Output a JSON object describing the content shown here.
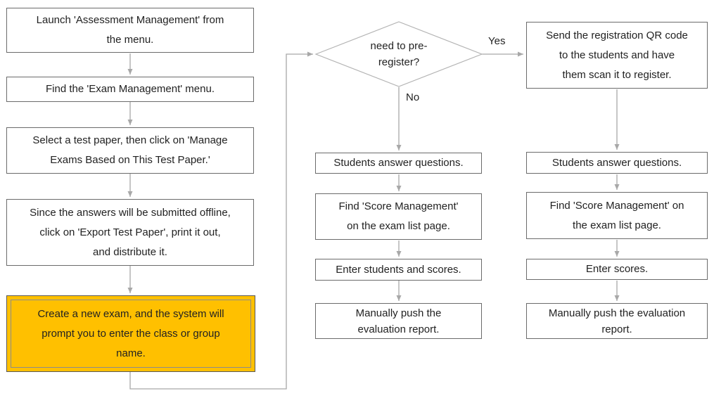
{
  "colors": {
    "background": "#ffffff",
    "node_fill": "#ffffff",
    "node_border": "#6b6b6b",
    "text": "#222222",
    "connector": "#a8a8a8",
    "diamond_border": "#b3b3b3",
    "highlight_fill": "#ffc000",
    "highlight_border": "#595959",
    "highlight_inner_border": "#8c8c8c"
  },
  "flowchart": {
    "offline_steps": [
      {
        "text": "Launch 'Assessment Management' from\nthe menu."
      },
      {
        "text": "Find the 'Exam Management' menu."
      },
      {
        "text": "Select a test paper, then click on 'Manage\nExams Based on This Test Paper.'"
      },
      {
        "text": "Since the answers will be submitted offline,\nclick on 'Export Test Paper', print it out,\nand distribute it."
      },
      {
        "text": "Create a new exam, and the system will\nprompt you to enter the class or group\nname.",
        "highlight": true
      }
    ],
    "decision": {
      "text": "need to pre-\nregister?"
    },
    "branch_labels": {
      "yes": "Yes",
      "no": "No"
    },
    "no_branch_steps": [
      {
        "text": "Students answer questions."
      },
      {
        "text": "Find 'Score Management'\non the exam list page."
      },
      {
        "text": "Enter students and scores."
      },
      {
        "text": "Manually push the\nevaluation report."
      }
    ],
    "yes_branch_steps": [
      {
        "text": "Send the registration QR code\nto the students and have\nthem scan it to register."
      },
      {
        "text": "Students answer questions."
      },
      {
        "text": "Find 'Score Management' on\nthe exam list page."
      },
      {
        "text": "Enter scores."
      },
      {
        "text": "Manually push the evaluation\nreport."
      }
    ]
  }
}
